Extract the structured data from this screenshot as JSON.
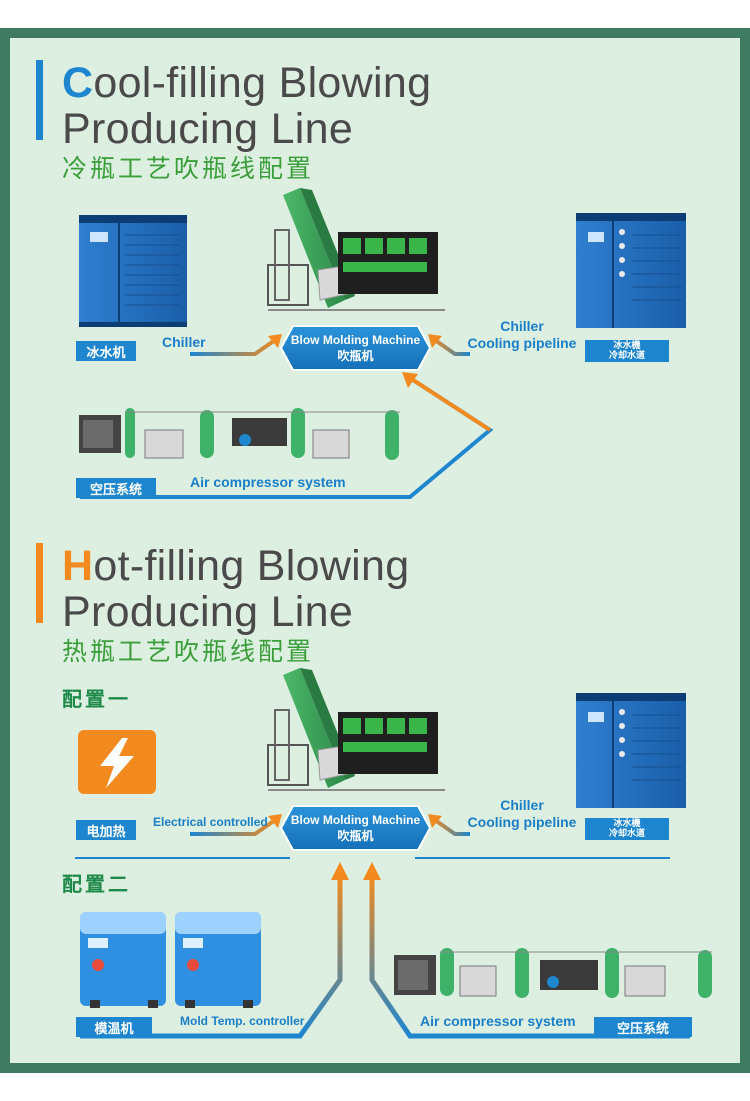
{
  "colors": {
    "frame": "#3f7a62",
    "panel": "#dcefe0",
    "accent_blue": "#1d86cf",
    "accent_orange": "#f28a1f",
    "title_gray": "#4a4a4a",
    "subtitle_green": "#3a9e3a"
  },
  "cool": {
    "title_accent": "C",
    "title_rest1": "ool-filling Blowing",
    "title_line2": "Producing Line",
    "subtitle": "冷瓶工艺吹瓶线配置",
    "chiller_tag": "冰水机",
    "chiller_label": "Chiller",
    "machine_en": "Blow Molding Machine",
    "machine_cn": "吹瓶机",
    "pipeline_label_1": "Chiller",
    "pipeline_label_2": "Cooling pipeline",
    "pipeline_tag_1": "冰水機",
    "pipeline_tag_2": "冷却水道",
    "air_tag": "空压系统",
    "air_label": "Air compressor system"
  },
  "hot": {
    "title_accent": "H",
    "title_rest1": "ot-filling Blowing",
    "title_line2": "Producing Line",
    "subtitle": "热瓶工艺吹瓶线配置",
    "config1": "配置一",
    "config2": "配置二",
    "elec_tag": "电加热",
    "elec_label": "Electrical controlled",
    "machine_en": "Blow Molding Machine",
    "machine_cn": "吹瓶机",
    "pipeline_label_1": "Chiller",
    "pipeline_label_2": "Cooling pipeline",
    "pipeline_tag_1": "冰水機",
    "pipeline_tag_2": "冷却水道",
    "mold_tag": "模温机",
    "mold_label": "Mold Temp. controller",
    "air_label": "Air compressor system",
    "air_tag": "空压系统"
  },
  "icons": [
    "chiller-unit-icon",
    "blow-molding-machine-icon",
    "air-compressor-icon",
    "lightning-icon",
    "mold-temp-controller-icon",
    "arrow-icon"
  ]
}
